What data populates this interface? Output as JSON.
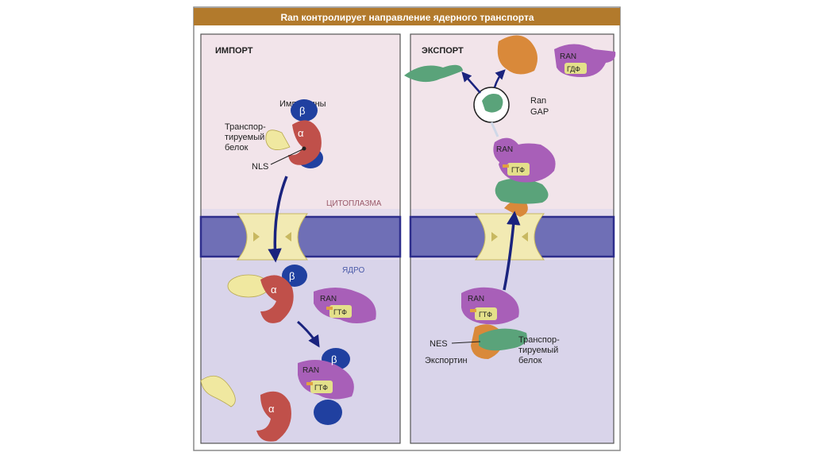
{
  "title": "Ran контролирует направление ядерного транспорта",
  "import_panel": {
    "heading": "ИМПОРТ",
    "label_importins": "Импортины",
    "label_cargo_line1": "Транспор-",
    "label_cargo_line2": "тируемый",
    "label_cargo_line3": "белок",
    "label_nls": "NLS",
    "label_cytoplasm": "ЦИТОПЛАЗМА",
    "label_nucleus": "ЯДРО"
  },
  "export_panel": {
    "heading": "ЭКСПОРТ",
    "label_rangap_line1": "Ran",
    "label_rangap_line2": "GAP",
    "label_nes": "NES",
    "label_exportin": "Экспортин",
    "label_cargo_line1": "Транспор-",
    "label_cargo_line2": "тируемый",
    "label_cargo_line3": "белок"
  },
  "molecules": {
    "alpha": "α",
    "beta": "β",
    "ran": "RAN",
    "gtp": "ГТФ",
    "gdp": "ГДФ"
  },
  "colors": {
    "title_bar": "#b27a2c",
    "cytoplasm_bg": "#f2e4ea",
    "nucleus_bg": "#d9d4ea",
    "membrane": "#6f6fb6",
    "membrane_edge": "#2e2e8c",
    "pore": "#f2eab3",
    "alpha": "#c0504a",
    "beta": "#2040a0",
    "ran": "#a85fb8",
    "gtp": "#e4e08a",
    "cargo": "#f0e8a0",
    "exportin": "#d9893a",
    "export_cargo": "#5aa37a",
    "arrow": "#1a237e"
  }
}
